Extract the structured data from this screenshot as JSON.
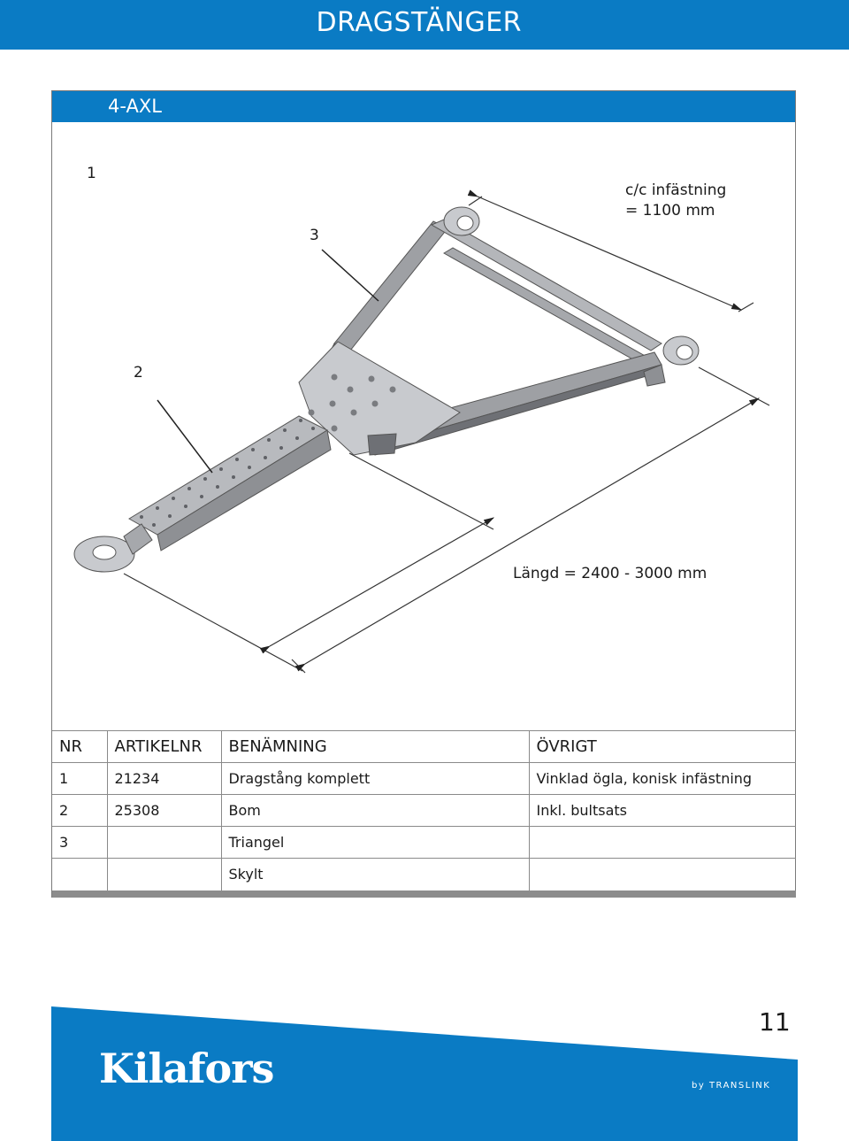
{
  "header": {
    "title": "DRAGSTÄNGER"
  },
  "section": {
    "title": "4-AXL"
  },
  "drawing": {
    "callouts": [
      {
        "id": "callout-1",
        "text": "1"
      },
      {
        "id": "callout-2",
        "text": "2"
      },
      {
        "id": "callout-3",
        "text": "3"
      }
    ],
    "dimension_cc_line1": "c/c infästning",
    "dimension_cc_line2": "= 1100 mm",
    "dimension_length": "Längd = 2400 - 3000 mm"
  },
  "table": {
    "headers": [
      "NR",
      "ARTIKELNR",
      "BENÄMNING",
      "ÖVRIGT"
    ],
    "rows": [
      [
        "1",
        "21234",
        "Dragstång komplett",
        "Vinklad ögla, konisk infästning"
      ],
      [
        "2",
        "25308",
        "Bom",
        "Inkl. bultsats"
      ],
      [
        "3",
        "",
        "Triangel",
        ""
      ],
      [
        "",
        "",
        "Skylt",
        ""
      ]
    ]
  },
  "footer": {
    "brand": "Kilafors",
    "byline": "by TRANSLINK",
    "page_number": "11"
  },
  "colors": {
    "brand_blue": "#0a7bc4",
    "steel": "#9ea0a4",
    "steel_dark": "#6e7075",
    "steel_light": "#c8cace"
  }
}
